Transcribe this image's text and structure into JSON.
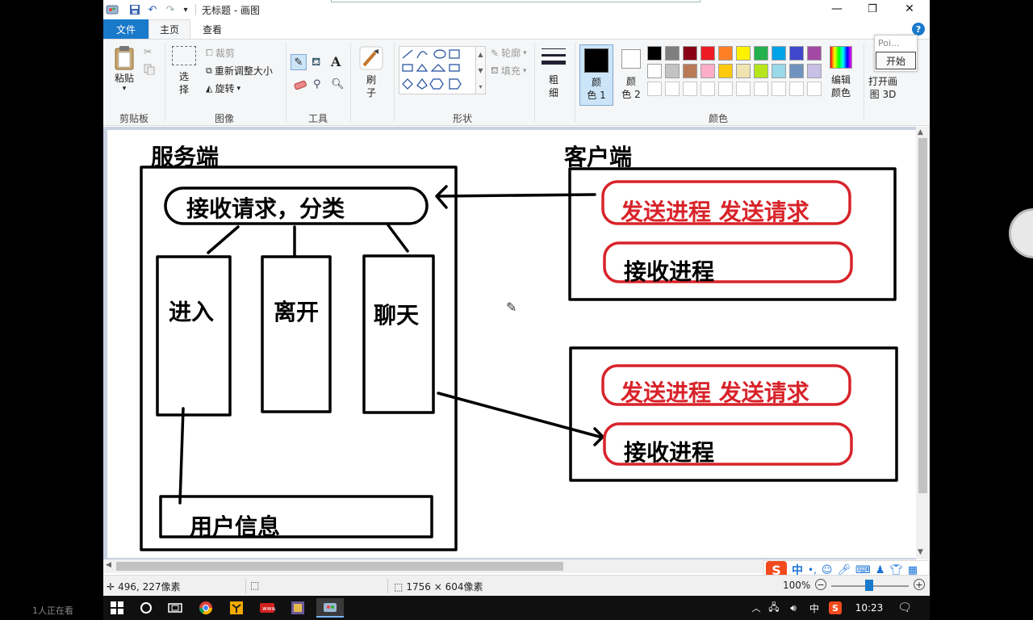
{
  "window": {
    "title": "无标题 - 画图",
    "minimize_glyph": "—",
    "restore_glyph": "❐",
    "close_glyph": "✕"
  },
  "tabs": {
    "file": "文件",
    "home": "主页",
    "view": "查看"
  },
  "ribbon": {
    "clipboard": {
      "paste": "粘贴",
      "group": "剪贴板"
    },
    "image": {
      "select_line1": "选",
      "select_line2": "择",
      "crop": "裁剪",
      "resize": "重新调整大小",
      "rotate": "旋转",
      "group": "图像"
    },
    "tools": {
      "group": "工具"
    },
    "brushes": {
      "line1": "刷",
      "line2": "子"
    },
    "shapes": {
      "outline": "轮廓",
      "fill": "填充",
      "group": "形状"
    },
    "size": {
      "line1": "粗",
      "line2": "细"
    },
    "color1": {
      "line1": "颜",
      "line2": "色 1"
    },
    "color2": {
      "line1": "颜",
      "line2": "色 2"
    },
    "edit_colors": {
      "line1": "编辑",
      "line2": "颜色"
    },
    "paint3d": {
      "line1": "打开画",
      "line2": "图 3D"
    },
    "colors_group": "颜色",
    "palette_row1": [
      "#000000",
      "#7f7f7f",
      "#880015",
      "#ed1c24",
      "#ff7f27",
      "#fff200",
      "#22b14c",
      "#00a2e8",
      "#3f48cc",
      "#a349a4"
    ],
    "palette_row2": [
      "#ffffff",
      "#c3c3c3",
      "#b97a57",
      "#ffaec9",
      "#ffc90e",
      "#efe4b0",
      "#b5e61d",
      "#99d9ea",
      "#7092be",
      "#c8bfe7"
    ]
  },
  "popup": {
    "title": "Poi...",
    "start": "开始"
  },
  "diagram": {
    "server_label": "服务端",
    "client_label": "客户端",
    "receive_classify": "接收请求，分类",
    "enter": "进入",
    "leave": "离开",
    "chat": "聊天",
    "user_info": "用户信息",
    "client1_send": "发送进程 发送请求",
    "client1_recv": "接收进程",
    "client2_send": "发送进程 发送请求",
    "client2_recv": "接收进程"
  },
  "status": {
    "cursor_pos": "496, 227像素",
    "canvas_size": "1756 × 604像素",
    "zoom": "100%"
  },
  "ime": {
    "lang": "中",
    "punct": "•,",
    "mode": "中"
  },
  "taskbar": {
    "time": "10:23"
  },
  "viewers": "1人正在看"
}
